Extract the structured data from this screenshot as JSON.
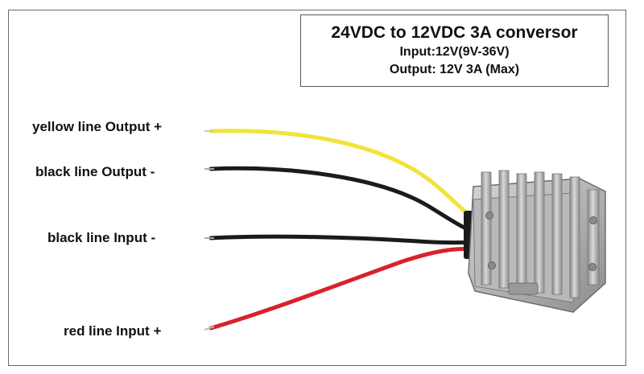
{
  "title_box": {
    "title": "24VDC to 12VDC 3A conversor",
    "input": "Input:12V(9V-36V)",
    "output": "Output:  12V 3A  (Max)"
  },
  "wires": [
    {
      "label": "yellow line Output  +",
      "color": "#f2e33a"
    },
    {
      "label": "black line Output  -",
      "color": "#1b1b1b"
    },
    {
      "label": "black line Input  -",
      "color": "#1b1b1b"
    },
    {
      "label": "red line Input +",
      "color": "#d8222c"
    }
  ],
  "colors": {
    "housing": "#a9a9a9",
    "housing_dark": "#7d7d7d",
    "housing_light": "#cfcfcf"
  }
}
